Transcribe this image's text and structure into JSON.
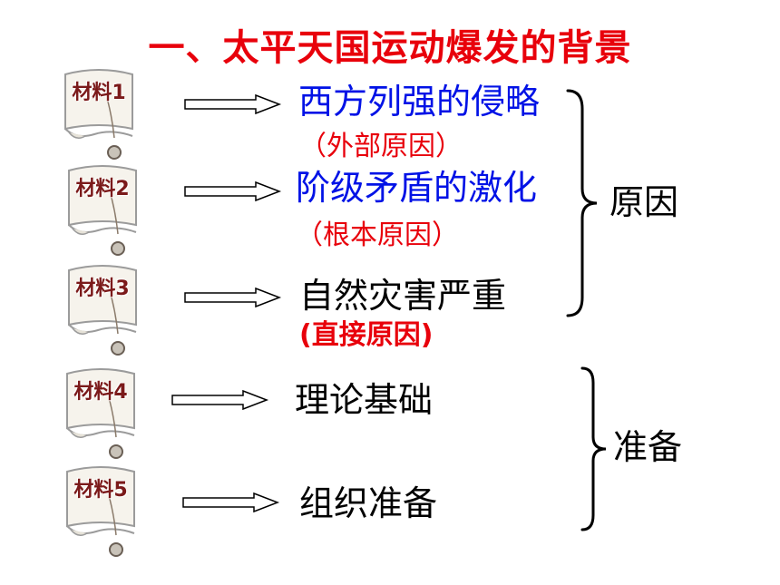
{
  "title": "一、太平天国运动爆发的背景",
  "materials": [
    {
      "label": "材料1"
    },
    {
      "label": "材料2"
    },
    {
      "label": "材料3"
    },
    {
      "label": "材料4"
    },
    {
      "label": "材料5"
    }
  ],
  "items": [
    {
      "text": "西方列强的侵略",
      "note": "（外部原因）"
    },
    {
      "text": "阶级矛盾的激化",
      "note": "（根本原因）"
    },
    {
      "text": "自然灾害严重",
      "note": "(直接原因)"
    },
    {
      "text": "理论基础"
    },
    {
      "text": "组织准备"
    }
  ],
  "groups": {
    "reasons": "原因",
    "preparation": "准备"
  },
  "colors": {
    "title": "#e8000b",
    "blue_text": "#0012e6",
    "note_red": "#e8000b",
    "label_brown": "#7b1a1a"
  }
}
